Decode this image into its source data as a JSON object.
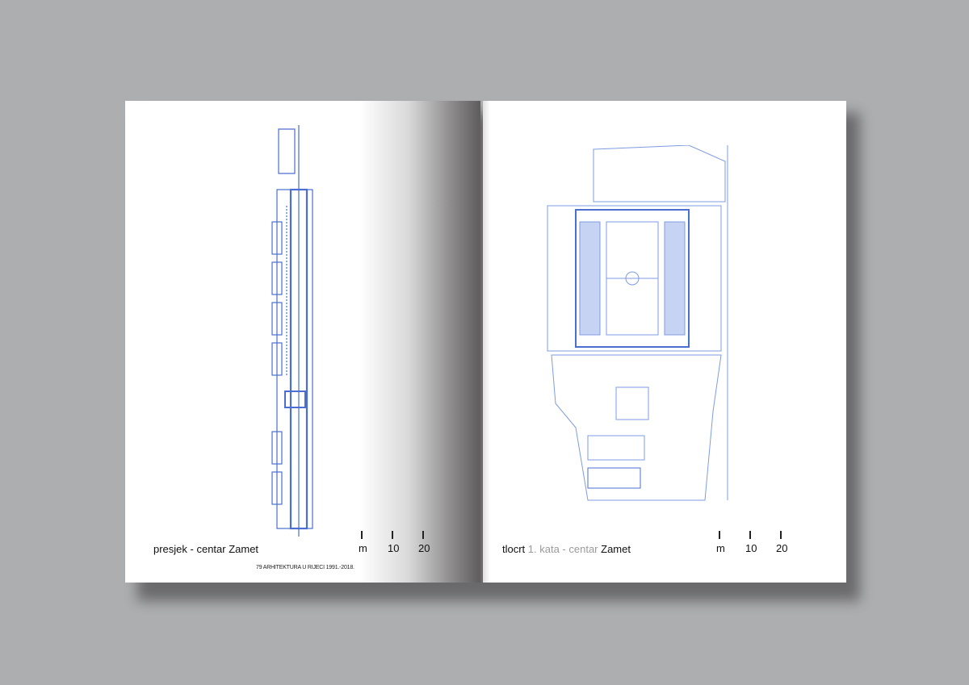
{
  "left_page": {
    "caption": "presjek - centar Zamet",
    "scale": {
      "unit": "m",
      "marks": [
        "10",
        "20"
      ]
    },
    "footer": "79  ARHITEKTURA U RIJECI 1991.-2018."
  },
  "right_page": {
    "caption_part1": "tlocrt",
    "caption_part2": " 1. kata - ",
    "caption_part3": "centar",
    "caption_part4": " Zamet",
    "scale": {
      "unit": "m",
      "marks": [
        "10",
        "20"
      ]
    }
  },
  "colors": {
    "background": "#adaeb0",
    "drawing": "#4a6fd0"
  }
}
